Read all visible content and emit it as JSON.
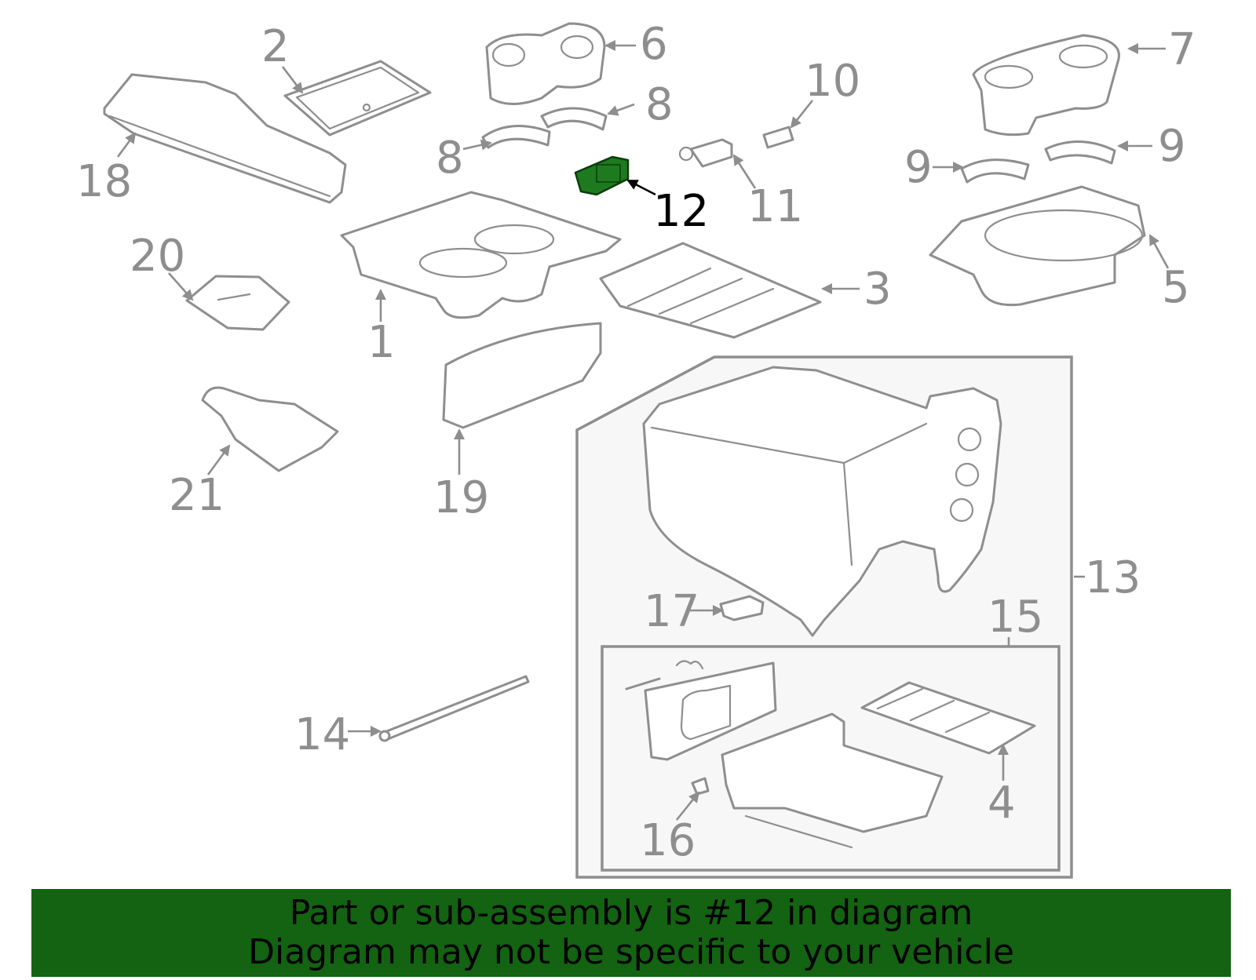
{
  "highlight": {
    "part_number": "12",
    "color": "#1e7a1e"
  },
  "labels": [
    {
      "id": "1",
      "text": "1"
    },
    {
      "id": "2",
      "text": "2"
    },
    {
      "id": "3",
      "text": "3"
    },
    {
      "id": "4",
      "text": "4"
    },
    {
      "id": "5",
      "text": "5"
    },
    {
      "id": "6",
      "text": "6"
    },
    {
      "id": "7",
      "text": "7"
    },
    {
      "id": "8a",
      "text": "8"
    },
    {
      "id": "8b",
      "text": "8"
    },
    {
      "id": "9a",
      "text": "9"
    },
    {
      "id": "9b",
      "text": "9"
    },
    {
      "id": "10",
      "text": "10"
    },
    {
      "id": "11",
      "text": "11"
    },
    {
      "id": "12",
      "text": "12"
    },
    {
      "id": "13",
      "text": "13"
    },
    {
      "id": "14",
      "text": "14"
    },
    {
      "id": "15",
      "text": "15"
    },
    {
      "id": "16",
      "text": "16"
    },
    {
      "id": "17",
      "text": "17"
    },
    {
      "id": "18",
      "text": "18"
    },
    {
      "id": "19",
      "text": "19"
    },
    {
      "id": "20",
      "text": "20"
    },
    {
      "id": "21",
      "text": "21"
    }
  ],
  "banner": {
    "line1": "Part or sub-assembly is #12 in diagram",
    "line2": "Diagram may not be specific to your vehicle",
    "background": "#136312"
  }
}
